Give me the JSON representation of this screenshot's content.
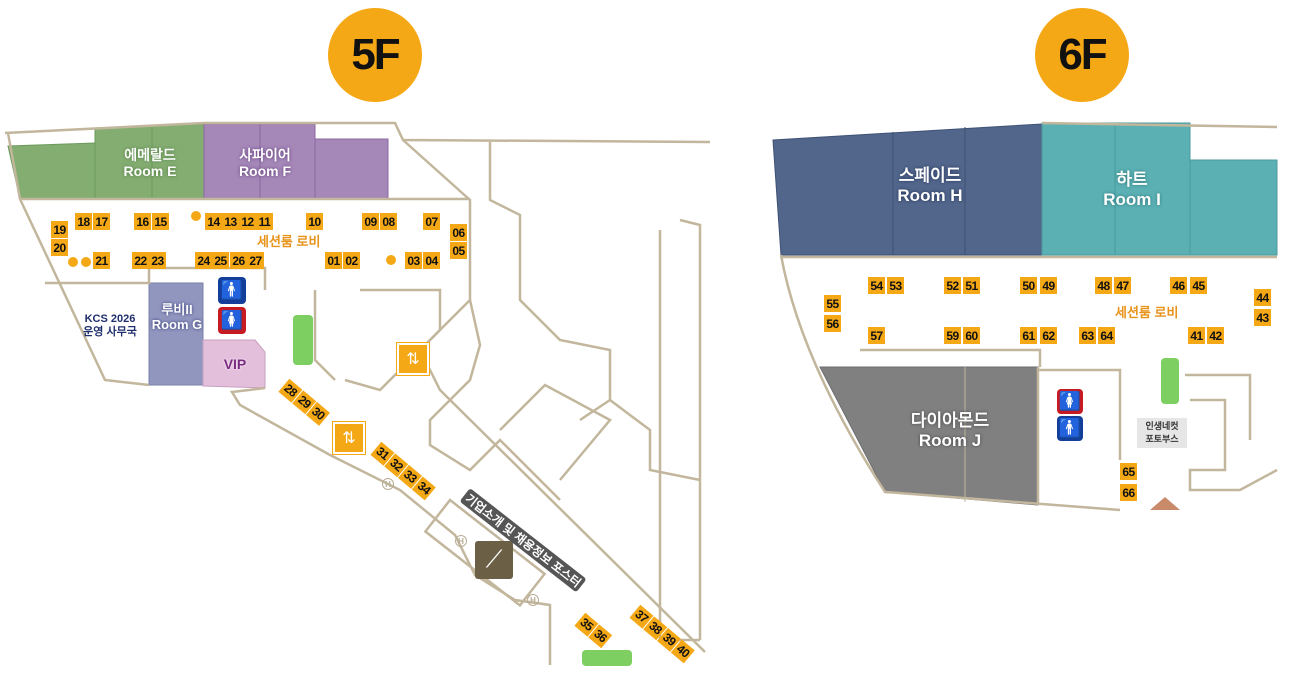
{
  "floors": {
    "5f": {
      "label": "5F",
      "rooms": {
        "e_ko": "에메랄드",
        "e_en": "Room E",
        "f_ko": "사파이어",
        "f_en": "Room F",
        "g_ko": "루비II",
        "g_en": "Room G",
        "vip": "VIP",
        "office_1": "KCS 2026",
        "office_2": "운영 사무국"
      },
      "lobby": "세션룸 로비",
      "poster": "기업소개 및 채용정보 포스터",
      "booths": [
        "19",
        "20",
        "18",
        "17",
        "16",
        "15",
        "14",
        "13",
        "12",
        "11",
        "10",
        "09",
        "08",
        "07",
        "06",
        "05",
        "21",
        "22",
        "23",
        "24",
        "25",
        "26",
        "27",
        "01",
        "02",
        "03",
        "04"
      ],
      "booths_diag": [
        [
          "28",
          "29",
          "30"
        ],
        [
          "31",
          "32",
          "33",
          "34"
        ],
        [
          "35",
          "36"
        ],
        [
          "37",
          "38",
          "39",
          "40"
        ]
      ],
      "icons": [
        "men-restroom-icon",
        "women-restroom-icon",
        "elevator-icon",
        "escalator-icon",
        "hydrant-icon"
      ]
    },
    "6f": {
      "label": "6F",
      "rooms": {
        "h_ko": "스페이드",
        "h_en": "Room H",
        "i_ko": "하트",
        "i_en": "Room I",
        "j_ko": "다이아몬드",
        "j_en": "Room J"
      },
      "lobby": "세션룸 로비",
      "photo_1": "인생네컷",
      "photo_2": "포토부스",
      "booths": [
        "54",
        "53",
        "52",
        "51",
        "50",
        "49",
        "48",
        "47",
        "46",
        "45",
        "55",
        "56",
        "44",
        "43",
        "57",
        "59",
        "60",
        "61",
        "62",
        "63",
        "64",
        "41",
        "42",
        "65",
        "66"
      ]
    }
  },
  "colors": {
    "booth": "#f5a815",
    "emerald": "#84ad72",
    "sapphire": "#a587b8",
    "ruby": "#9196bf",
    "vip": "#e3bfdc",
    "spade": "#52668c",
    "heart": "#5bb0b3",
    "diamond": "#808080",
    "wall": "#c2b69c"
  }
}
